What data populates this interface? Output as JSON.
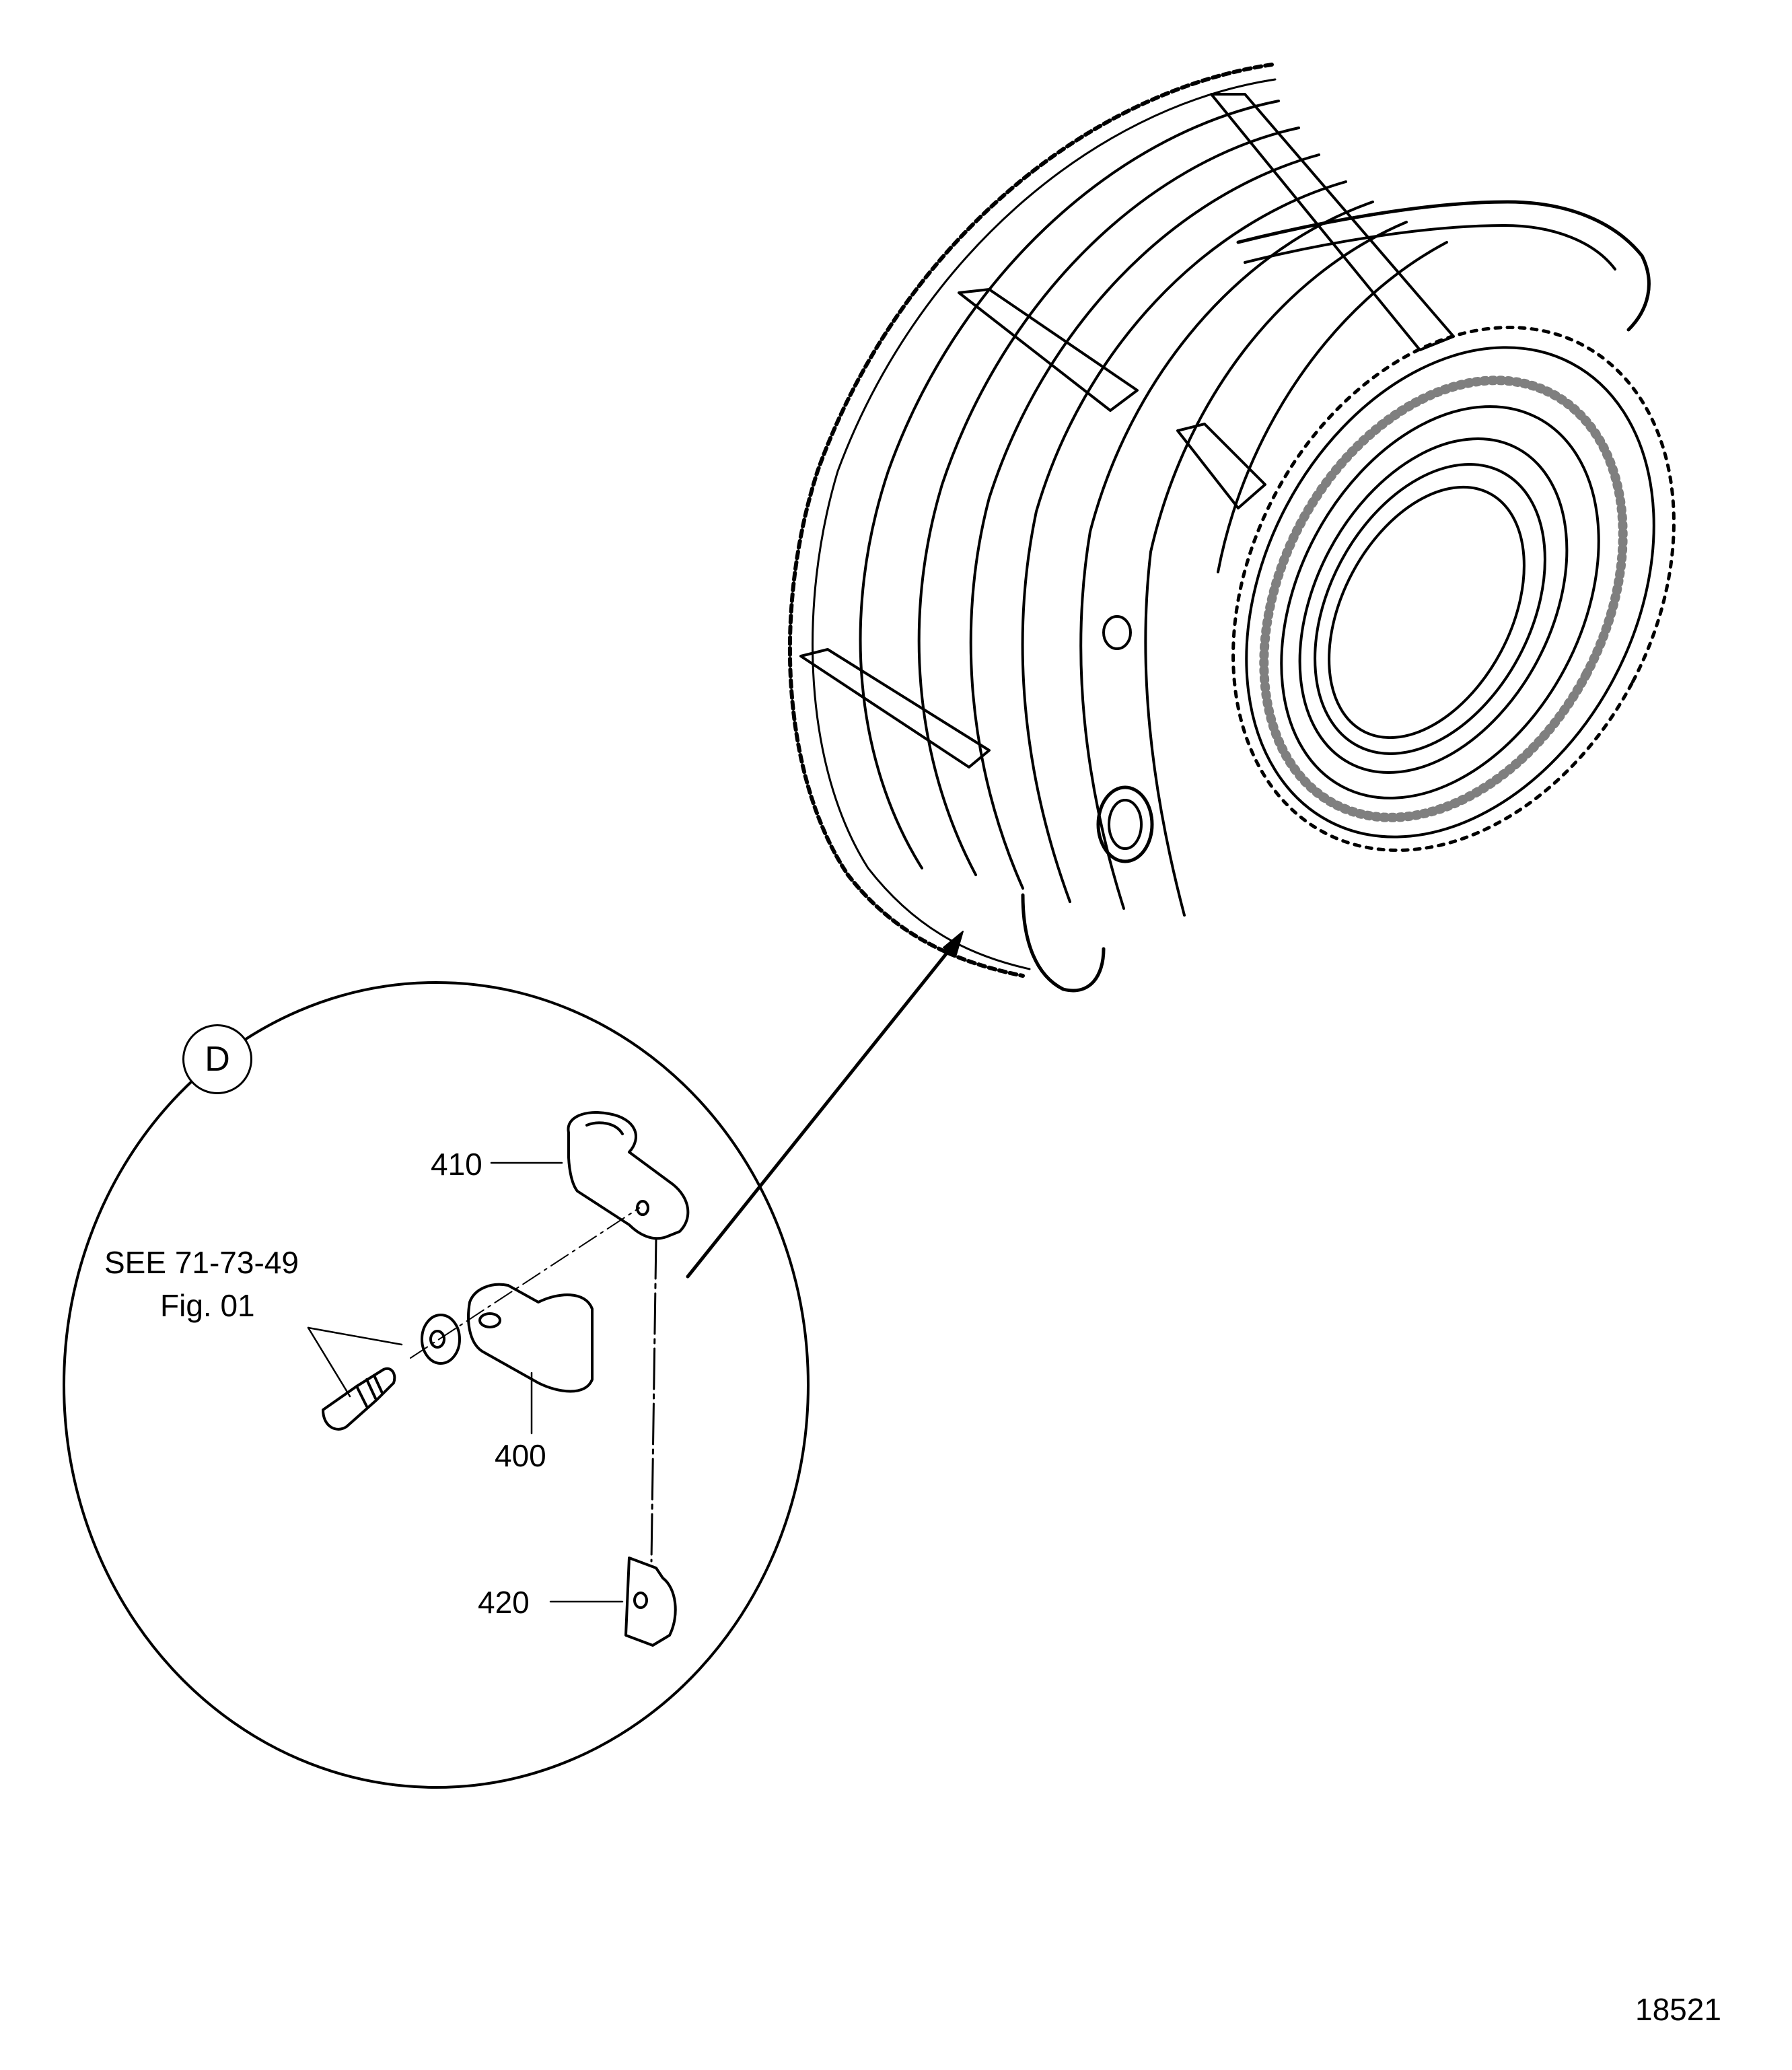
{
  "figure": {
    "figure_number": "18521",
    "ink_color": "#000000",
    "background_color": "#ffffff"
  },
  "main_assembly": {
    "description": "engine-combustion-case-assembly",
    "arrow_target": "clamp-location"
  },
  "detail_view": {
    "badge_label": "D",
    "reference_line1": "SEE 71-73-49",
    "reference_line2": "Fig. 01",
    "callouts": [
      {
        "id": "410",
        "label": "410",
        "part": "upper-clamp"
      },
      {
        "id": "400",
        "label": "400",
        "part": "lower-clamp"
      },
      {
        "id": "420",
        "label": "420",
        "part": "nut-plate"
      }
    ]
  }
}
